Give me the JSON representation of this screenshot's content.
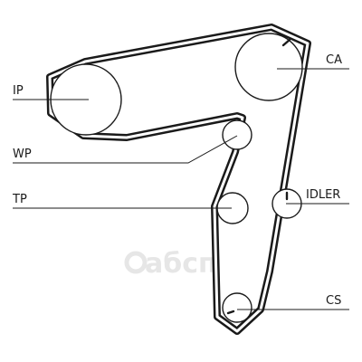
{
  "diagram": {
    "labels": {
      "ip": "IP",
      "ca": "CA",
      "wp": "WP",
      "tp": "TP",
      "idler": "IDLER",
      "cs": "CS"
    },
    "watermark": "абсп"
  }
}
